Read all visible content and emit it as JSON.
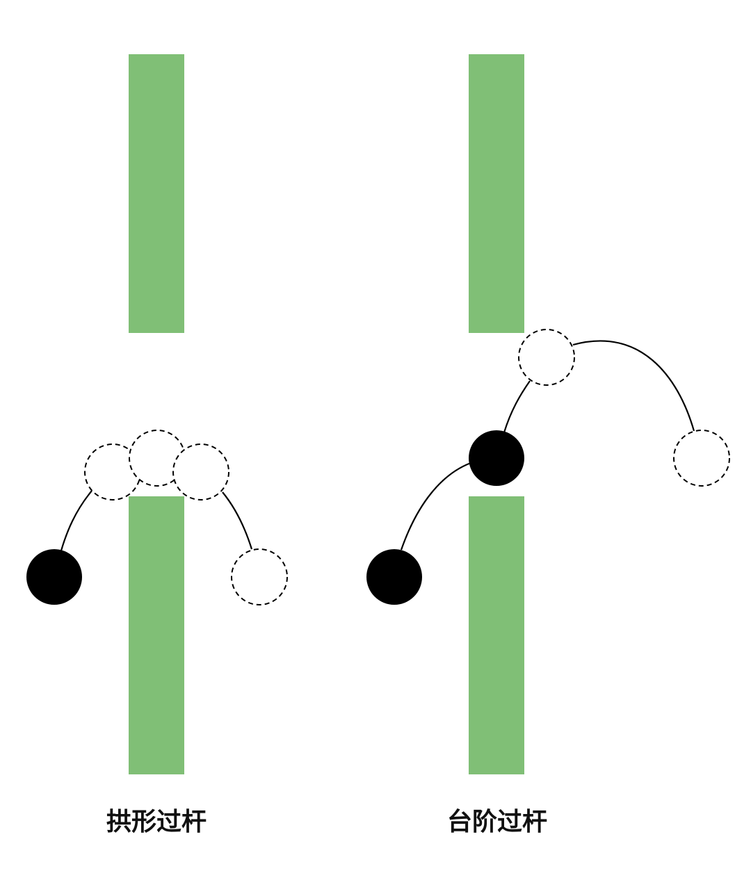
{
  "diagram": {
    "colors": {
      "pillar": "#80bf76",
      "ball": "#000000",
      "ghost_stroke": "#000000",
      "path": "#000000",
      "background": "#ffffff"
    },
    "panels": [
      {
        "id": "arch",
        "caption": "拱形过杆",
        "description_type": "arch-shaped trajectory through the gap"
      },
      {
        "id": "step",
        "caption": "台阶过杆",
        "description_type": "step-shaped trajectory through the gap"
      }
    ]
  }
}
